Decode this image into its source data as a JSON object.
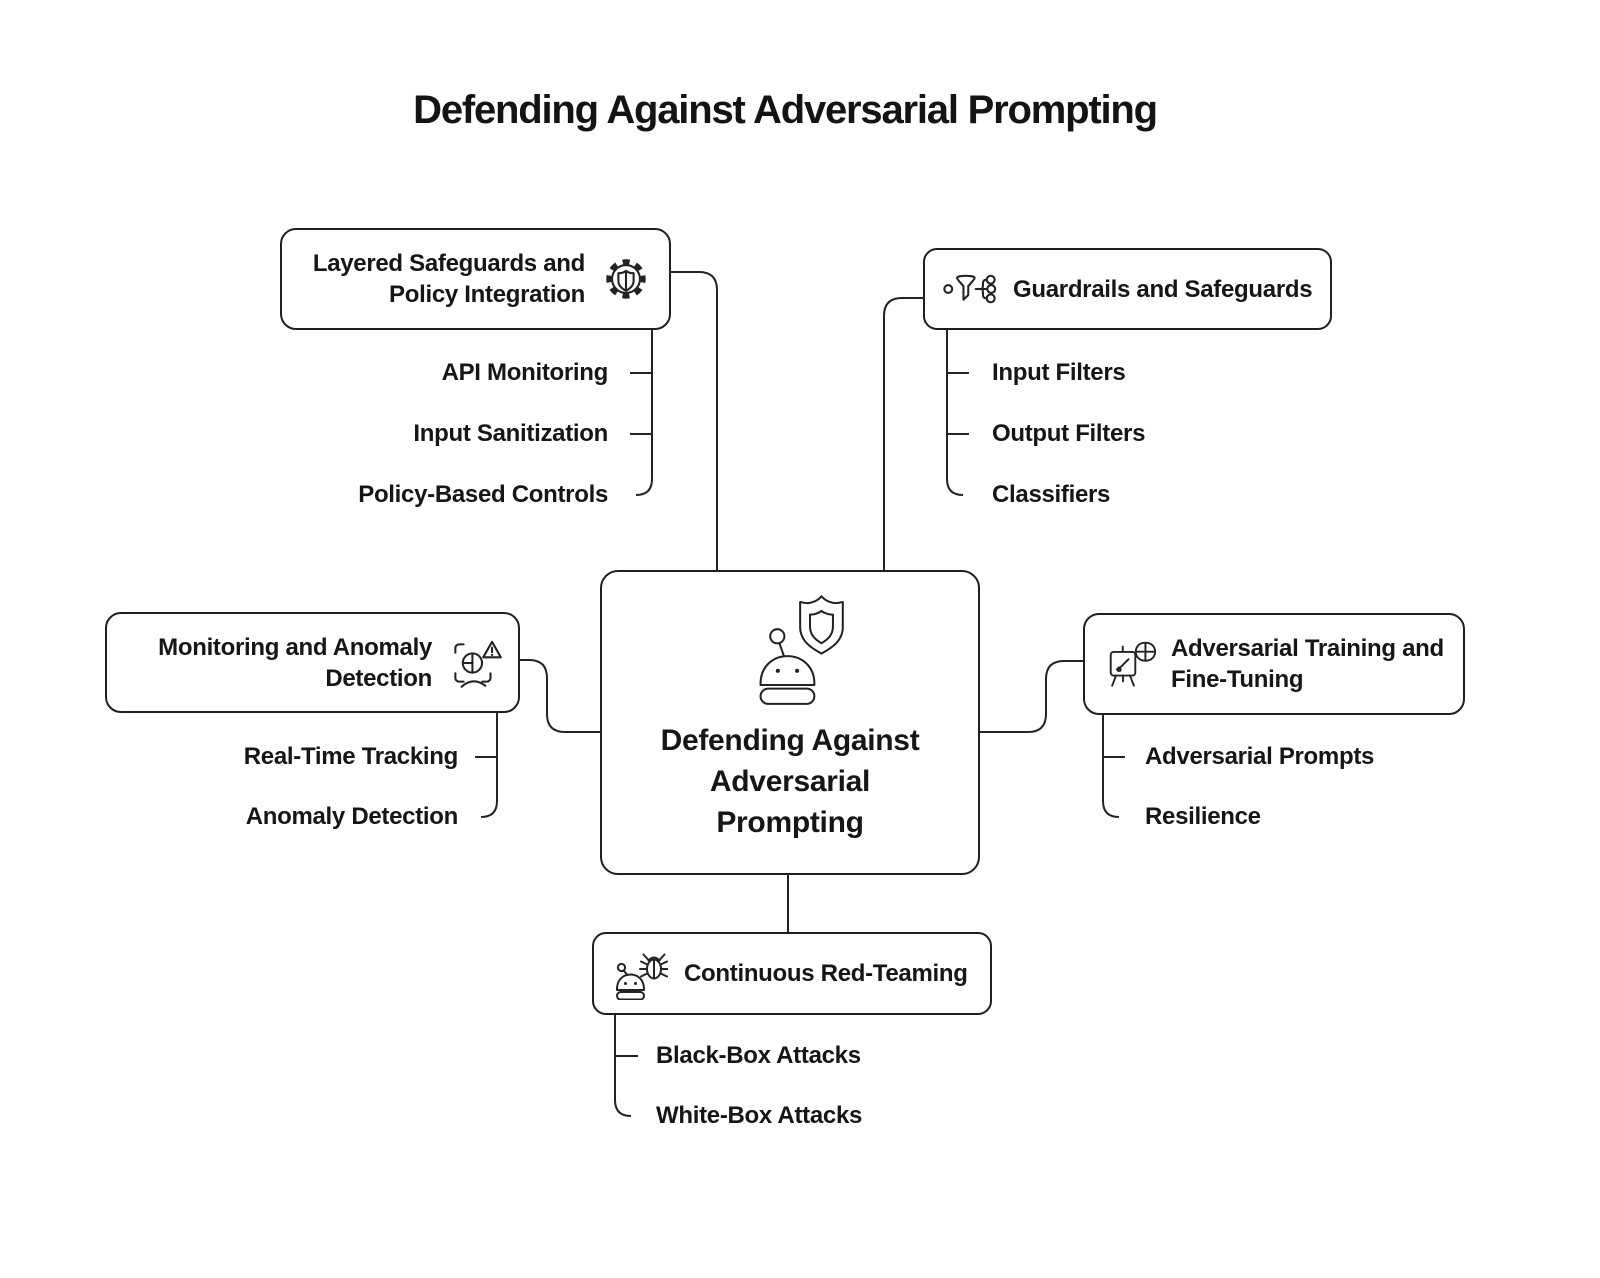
{
  "title": "Defending Against Adversarial Prompting",
  "colors": {
    "background": "#ffffff",
    "stroke": "#232323",
    "text": "#161616",
    "node_fill": "#ffffff"
  },
  "center_node": {
    "label": "Defending Against\nAdversarial\nPrompting",
    "icon": "robot-shield-icon"
  },
  "branches": [
    {
      "id": "layered-safeguards",
      "label": "Layered Safeguards and\nPolicy Integration",
      "icon": "gear-shield-icon",
      "children": [
        "API Monitoring",
        "Input Sanitization",
        "Policy-Based Controls"
      ]
    },
    {
      "id": "guardrails",
      "label": "Guardrails and Safeguards",
      "icon": "funnel-route-icon",
      "children": [
        "Input Filters",
        "Output Filters",
        "Classifiers"
      ]
    },
    {
      "id": "monitoring",
      "label": "Monitoring and Anomaly\nDetection",
      "icon": "scan-alert-icon",
      "children": [
        "Real-Time Tracking",
        "Anomaly Detection"
      ]
    },
    {
      "id": "adversarial-training",
      "label": "Adversarial Training and\nFine-Tuning",
      "icon": "easel-globe-icon",
      "children": [
        "Adversarial Prompts",
        "Resilience"
      ]
    },
    {
      "id": "red-teaming",
      "label": "Continuous Red-Teaming",
      "icon": "robot-bug-icon",
      "children": [
        "Black-Box Attacks",
        "White-Box Attacks"
      ]
    }
  ]
}
